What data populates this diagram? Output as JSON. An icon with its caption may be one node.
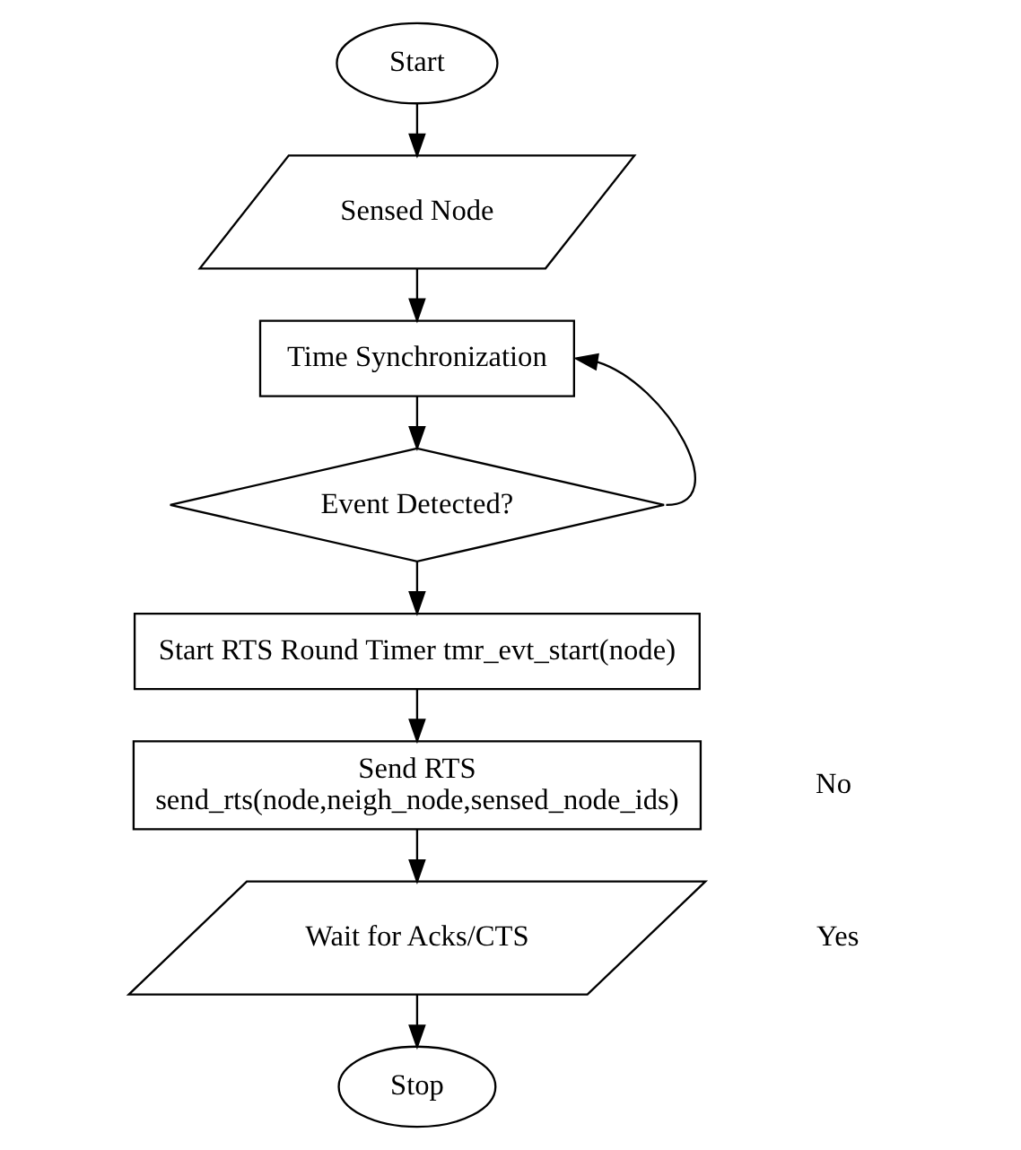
{
  "diagram": {
    "nodes": [
      {
        "text": [
          "Start"
        ]
      },
      {
        "text": [
          "Sensed Node"
        ]
      },
      {
        "text": [
          "Time Synchronization"
        ]
      },
      {
        "text": [
          "Event Detected?"
        ]
      },
      {
        "text": [
          "Start RTS Round Timer tmr_evt_start(node)"
        ]
      },
      {
        "text": [
          "Send RTS",
          "send_rts(node,neigh_node,sensed_node_ids)"
        ]
      },
      {
        "text": [
          "Wait for Acks/CTS"
        ]
      },
      {
        "text": [
          "Stop"
        ]
      }
    ],
    "edges": [
      {
        "from": 0,
        "to": 1,
        "arrow": "to"
      },
      {
        "from": 1,
        "to": 2,
        "arrow": "to"
      },
      {
        "from": 2,
        "to": 3,
        "arrow": "to"
      },
      {
        "from": 3,
        "to": 2,
        "arrow": "to"
      },
      {
        "from": 3,
        "to": 4,
        "arrow": "to"
      },
      {
        "from": 4,
        "to": 5,
        "arrow": "to"
      },
      {
        "from": 5,
        "to": 6,
        "arrow": "to"
      },
      {
        "from": 6,
        "to": 7,
        "arrow": "to"
      }
    ],
    "labels": [
      "No",
      "Yes"
    ]
  }
}
